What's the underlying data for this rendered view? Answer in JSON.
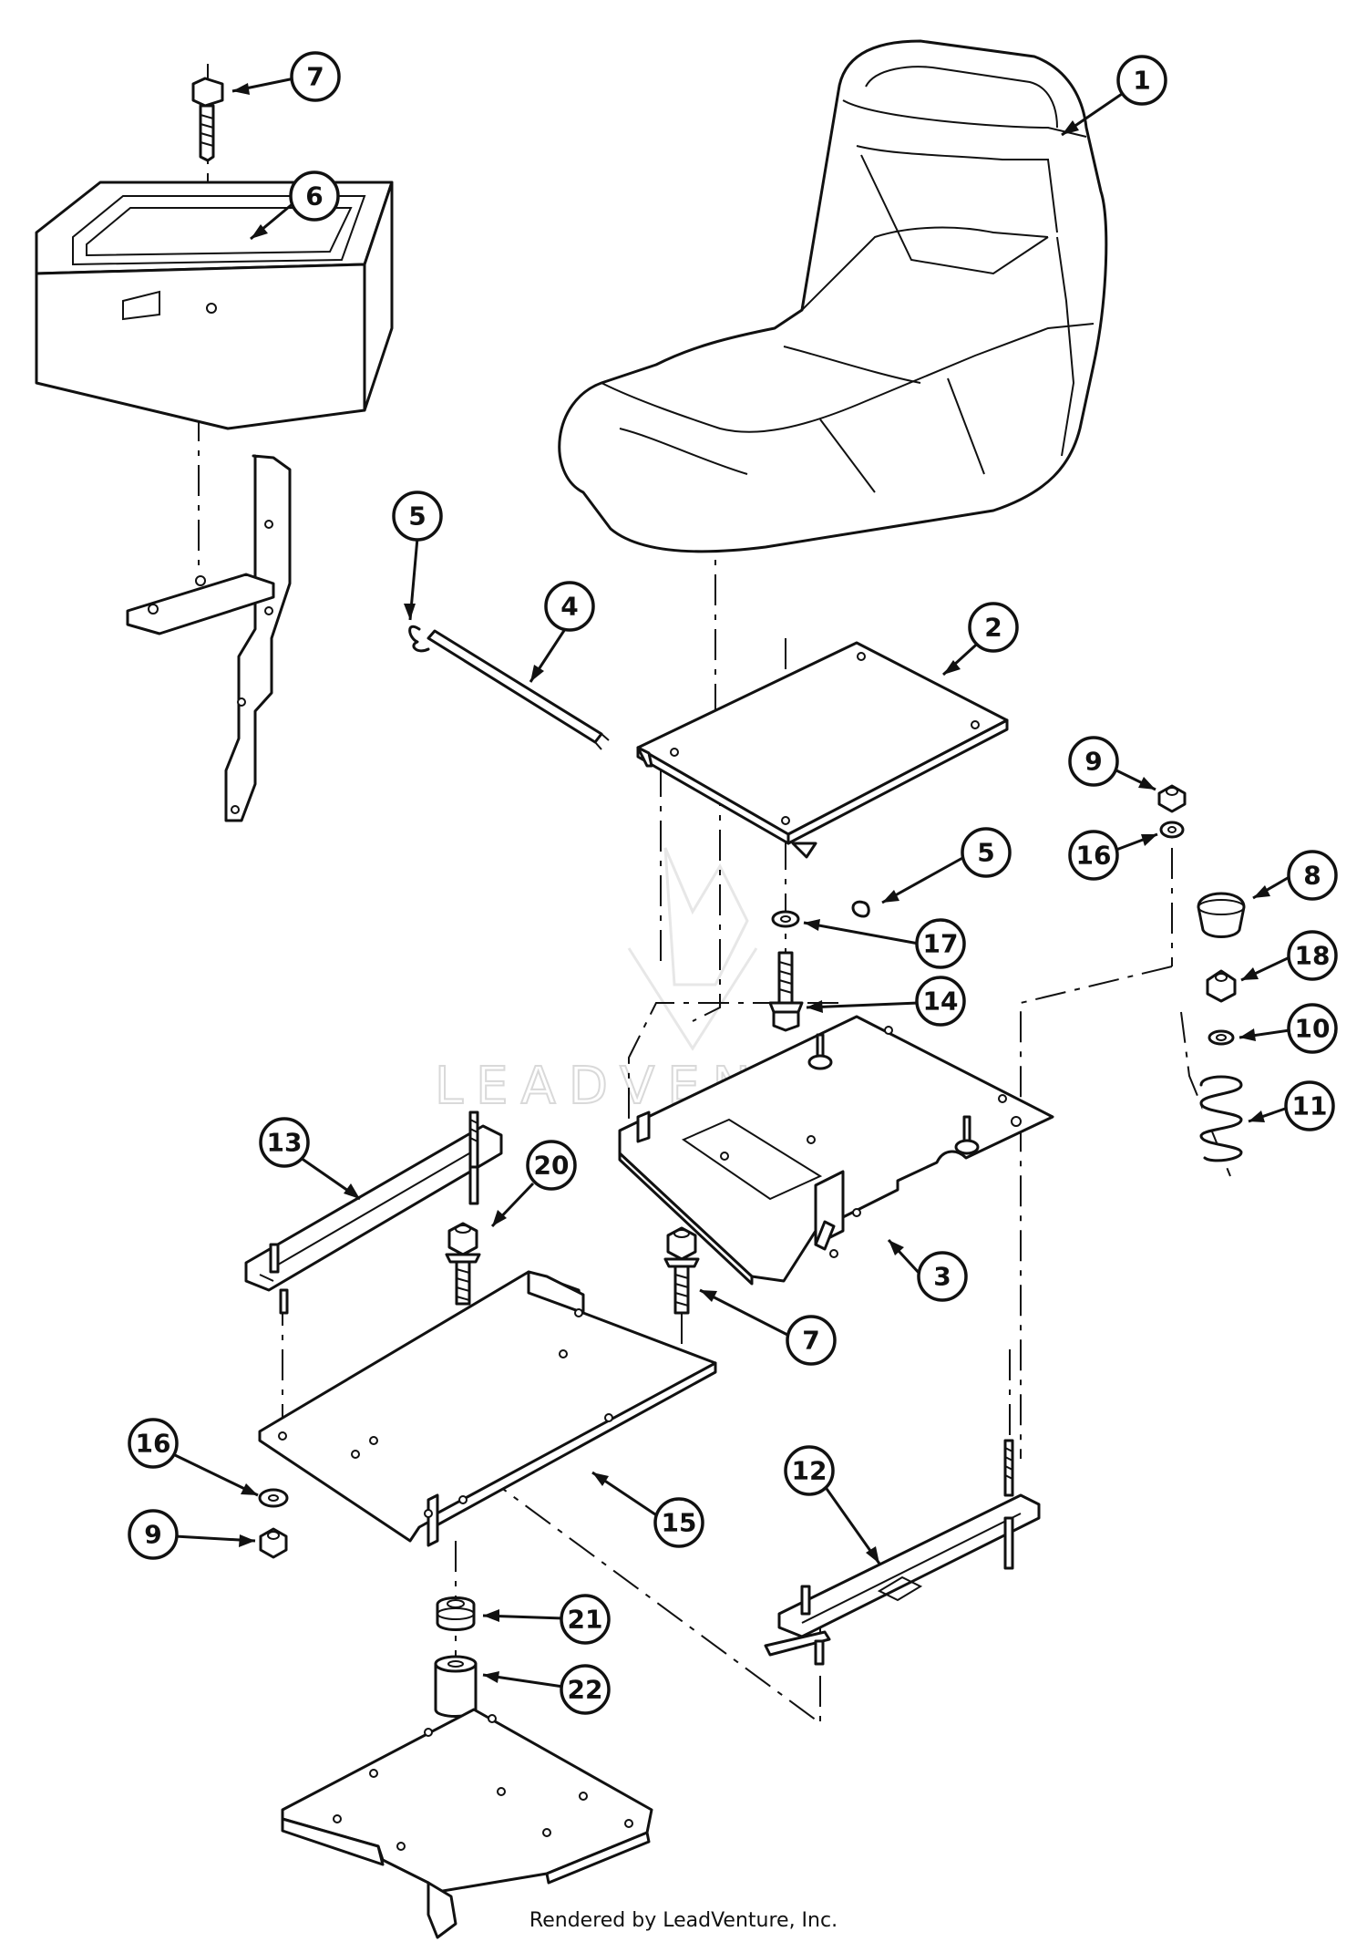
{
  "watermark": "LEADVENTURE",
  "footer": "Rendered by LeadVenture, Inc.",
  "callouts": [
    {
      "label": "1"
    },
    {
      "label": "2"
    },
    {
      "label": "3"
    },
    {
      "label": "4"
    },
    {
      "label": "5"
    },
    {
      "label": "5"
    },
    {
      "label": "6"
    },
    {
      "label": "7"
    },
    {
      "label": "7"
    },
    {
      "label": "8"
    },
    {
      "label": "9"
    },
    {
      "label": "9"
    },
    {
      "label": "10"
    },
    {
      "label": "11"
    },
    {
      "label": "12"
    },
    {
      "label": "13"
    },
    {
      "label": "14"
    },
    {
      "label": "15"
    },
    {
      "label": "16"
    },
    {
      "label": "16"
    },
    {
      "label": "17"
    },
    {
      "label": "18"
    },
    {
      "label": "20"
    },
    {
      "label": "21"
    },
    {
      "label": "22"
    }
  ]
}
